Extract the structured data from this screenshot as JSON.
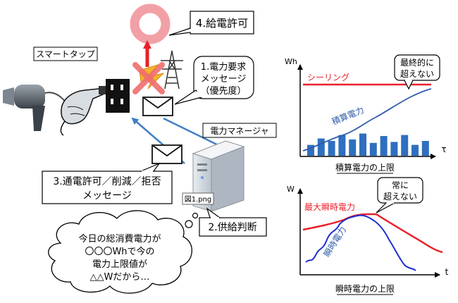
{
  "labels": {
    "supply_permit": "4.給電許可",
    "smart_tap": "スマートタップ",
    "request_msg": [
      "1.電力要求",
      "メッセージ",
      "（優先度）"
    ],
    "power_manager": "電力マネージャ",
    "reply_msg": [
      "3.通電許可／削減／拒否",
      "メッセージ"
    ],
    "supply_decision": "2.供給判断",
    "file_label": "図1.png",
    "thought": [
      "今日の総消費電力が",
      "〇〇〇Whで今の",
      "電力上限値が",
      "△△Wだから…"
    ]
  },
  "chart_top": {
    "ylabel": "Wh",
    "xlabel": "τ",
    "ceiling_label": "シーリング",
    "series_label": "積算電力",
    "callout": [
      "最終的に",
      "超えない"
    ],
    "caption": "積算電力の上限",
    "bar_values": [
      0.22,
      0.35,
      0.3,
      0.42,
      0.33,
      0.45,
      0.26,
      0.4,
      0.28,
      0.42,
      0.22,
      0.3
    ]
  },
  "chart_bottom": {
    "ylabel": "W",
    "xlabel": "t",
    "max_label": "最大瞬時電力",
    "series_label": "瞬時電力",
    "callout": [
      "常に",
      "超えない"
    ],
    "caption": "瞬時電力の上限"
  },
  "colors": {
    "red": "#e8202a",
    "blue": "#2e5aa8",
    "bar": "#2f6fbf",
    "pink_ring": "#f1a0a6",
    "arrow_blue": "#3f7fc4",
    "cross": "#f06e6e"
  }
}
